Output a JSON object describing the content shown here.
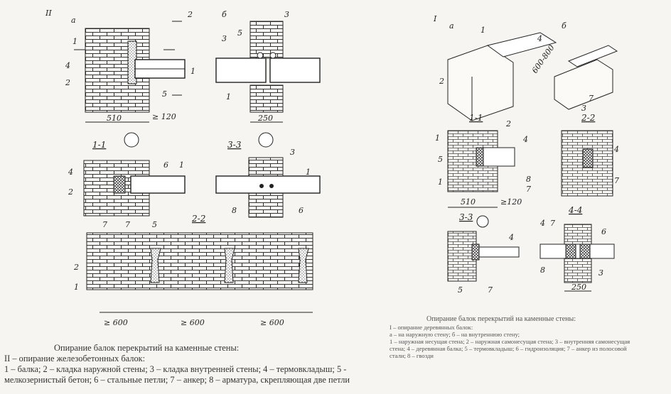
{
  "panel_left": {
    "roman": "II",
    "views": {
      "a": "а",
      "b": "б"
    },
    "sections": {
      "s11": "1-1",
      "s22": "2-2",
      "s33": "3-3"
    },
    "cut_marks": [
      "1",
      "2",
      "3"
    ],
    "callouts": [
      "1",
      "2",
      "3",
      "4",
      "5",
      "6",
      "7",
      "8"
    ],
    "dims": {
      "d510": "510",
      "d120": "≥ 120",
      "d250": "250",
      "d600a": "≥ 600",
      "d600b": "≥ 600",
      "d600c": "≥ 600"
    }
  },
  "panel_right": {
    "roman": "I",
    "views": {
      "a": "а",
      "b": "б"
    },
    "sections": {
      "s11": "1-1",
      "s22": "2-2",
      "s33": "3-3",
      "s44": "4-4"
    },
    "cut_marks": [
      "1",
      "2"
    ],
    "callouts": [
      "1",
      "2",
      "3",
      "4",
      "5",
      "6",
      "7",
      "8"
    ],
    "dims": {
      "d510": "510",
      "d120": "≥120",
      "d250": "250",
      "d600": "600-800"
    }
  },
  "caption_left": [
    "Опирание балок перекрытий на каменные стены:",
    "II – опирание железобетонных балок:",
    "1 – балка; 2 – кладка наружной стены; 3 – кладка внутренней стены; 4 – термовкладыш; 5 -",
    "мелкозернистый бетон; 6 – стальные петли; 7 – анкер; 8 – арматура, скрепляющая две петли"
  ],
  "caption_right": [
    "Опирание балок перекрытий на каменные стены:",
    "I – опирание деревянных балок:",
    "а – на наружную стену; б – на внутреннюю стену;",
    "1 – наружная несущая стена; 2 – наружная самонесущая стена; 3 – внутренняя самонесущая",
    "стена; 4 – деревянная балка; 5 – термовкладыш; 6 – гидроизоляция; 7 – анкер из полосовой",
    "стали; 8 – гвозди"
  ]
}
